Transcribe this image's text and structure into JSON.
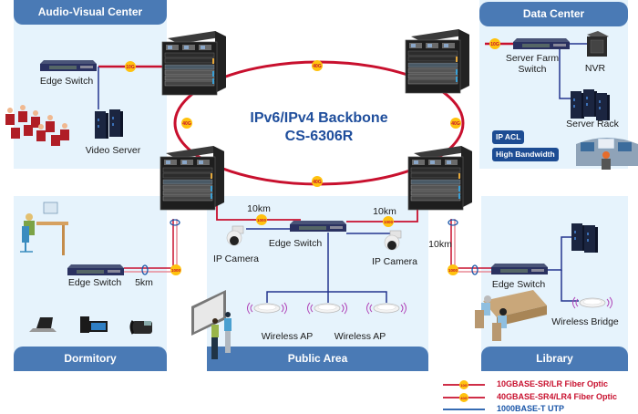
{
  "diagram": {
    "title_line1": "IPv6/IPv4 Backbone",
    "title_line2": "CS-6306R"
  },
  "zones": {
    "audio_visual": {
      "header": "Audio-Visual Center",
      "edge_switch_label": "Edge Switch",
      "video_server_label": "Video Server",
      "uplink_badge": "10G"
    },
    "data_center": {
      "header": "Data Center",
      "server_farm_switch_label_line1": "Server Farm",
      "server_farm_switch_label_line2": "Switch",
      "nvr_label": "NVR",
      "server_rack_label": "Server Rack",
      "uplink_badge": "10G",
      "badges": [
        "IP ACL",
        "High Bandwidth"
      ]
    },
    "dormitory": {
      "header": "Dormitory",
      "edge_switch_label": "Edge Switch",
      "distance_label": "5km",
      "uplink_badge": "1000"
    },
    "public_area": {
      "header": "Public Area",
      "edge_switch_label": "Edge Switch",
      "left_distance_label": "10km",
      "right_distance_label": "10km",
      "left_badge": "1000",
      "right_badge": "1000",
      "ip_camera_left_label": "IP Camera",
      "ip_camera_right_label": "IP Camera",
      "wireless_ap_labels": [
        "Wireless AP",
        "Wireless AP"
      ]
    },
    "library": {
      "header": "Library",
      "edge_switch_label": "Edge Switch",
      "wireless_bridge_label": "Wireless Bridge",
      "distance_label": "10km",
      "uplink_badge": "1000"
    }
  },
  "backbone": {
    "ring_link_badge": "40G",
    "ring_links": 4
  },
  "legend": {
    "items": [
      {
        "badge": "10G",
        "label": "10GBASE-SR/LR Fiber Optic",
        "color": "#c8102e"
      },
      {
        "badge": "40G",
        "label": "40GBASE-SR4/LR4 Fiber Optic",
        "color": "#c8102e"
      },
      {
        "badge": "",
        "label": "1000BASE-T UTP",
        "color": "#1a56a8"
      }
    ]
  },
  "colors": {
    "panel_bg": "#e6f3fc",
    "panel_header": "#4a7ab5",
    "fiber": "#c8102e",
    "utp": "#24348e",
    "badge_fill": "#ffc20e",
    "title": "#1f4e9c"
  }
}
